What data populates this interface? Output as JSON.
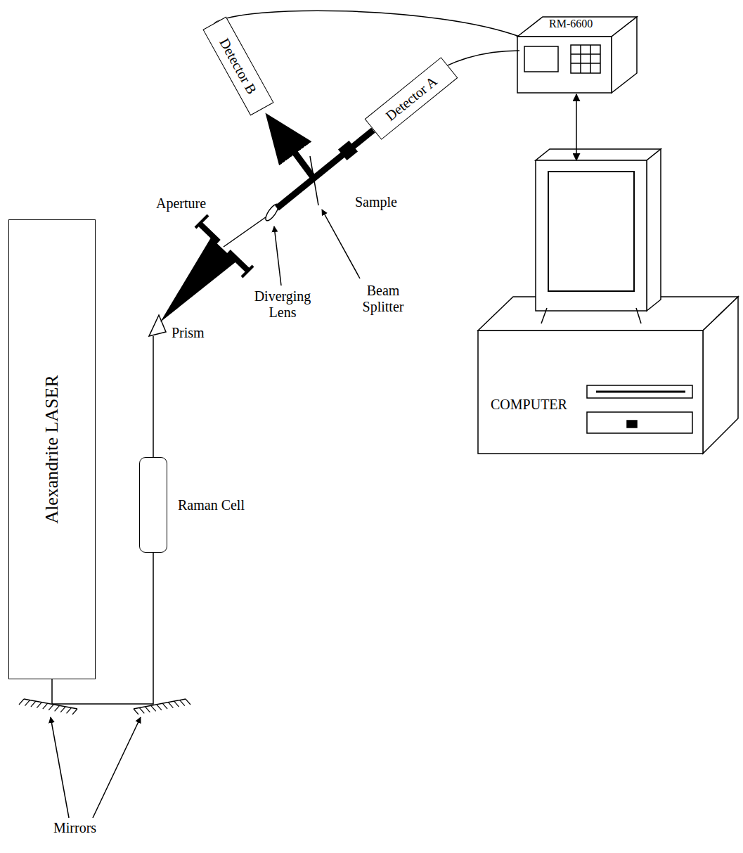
{
  "diagram": {
    "nodes": [
      {
        "text": [
          "Detector B"
        ]
      },
      {
        "text": [
          "Detector A"
        ]
      },
      {
        "text": [
          "RM-6600"
        ]
      },
      {
        "text": [
          "COMPUTER"
        ]
      },
      {
        "text": [
          "Alexandrite LASER"
        ]
      },
      {
        "text": [
          "Raman Cell"
        ]
      }
    ],
    "edges": [
      {
        "from": 0,
        "to": 2,
        "arrow": "none"
      },
      {
        "from": 1,
        "to": 2,
        "arrow": "none"
      },
      {
        "from": 2,
        "to": 3,
        "arrow": "both"
      },
      {
        "from": 4,
        "to": 5,
        "arrow": "none"
      }
    ],
    "labels": [
      "Sample",
      "Aperture",
      "Beam Splitter",
      "Diverging Lens",
      "Prism",
      "Mirrors"
    ]
  }
}
